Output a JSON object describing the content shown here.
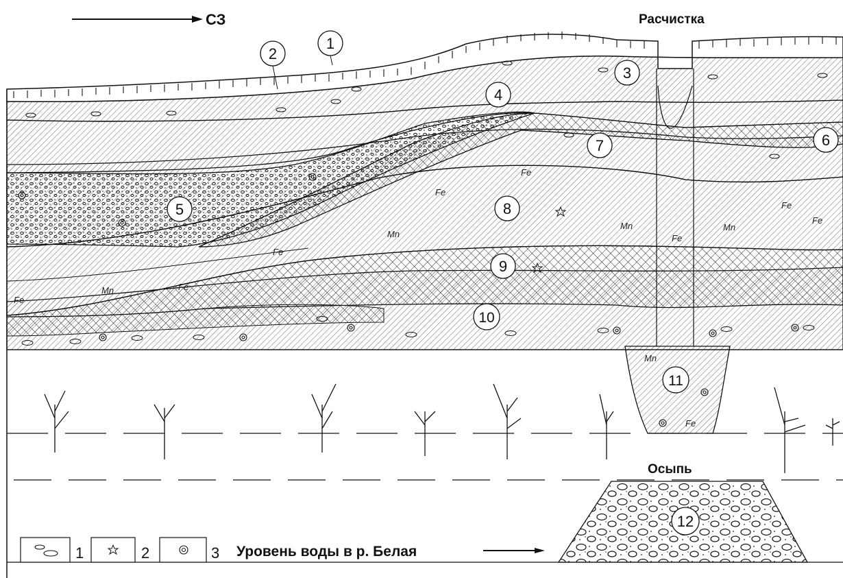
{
  "header": {
    "direction_label": "СЗ",
    "trench_label": "Расчистка"
  },
  "scree_label": "Осыпь",
  "water_label": "Уровень воды в р. Белая",
  "layers": [
    {
      "id": 1,
      "label": "1"
    },
    {
      "id": 2,
      "label": "2"
    },
    {
      "id": 3,
      "label": "3"
    },
    {
      "id": 4,
      "label": "4"
    },
    {
      "id": 5,
      "label": "5"
    },
    {
      "id": 6,
      "label": "6"
    },
    {
      "id": 7,
      "label": "7"
    },
    {
      "id": 8,
      "label": "8"
    },
    {
      "id": 9,
      "label": "9"
    },
    {
      "id": 10,
      "label": "10"
    },
    {
      "id": 11,
      "label": "11"
    },
    {
      "id": 12,
      "label": "12"
    }
  ],
  "element_marks": {
    "fe": "Fe",
    "mn": "Mn"
  },
  "legend": [
    {
      "num": "1",
      "symbol": "concretions-icon"
    },
    {
      "num": "2",
      "symbol": "star-icon"
    },
    {
      "num": "3",
      "symbol": "shell-icon"
    }
  ],
  "colors": {
    "ink": "#111111",
    "hatch": "#444444",
    "background": "#ffffff"
  }
}
